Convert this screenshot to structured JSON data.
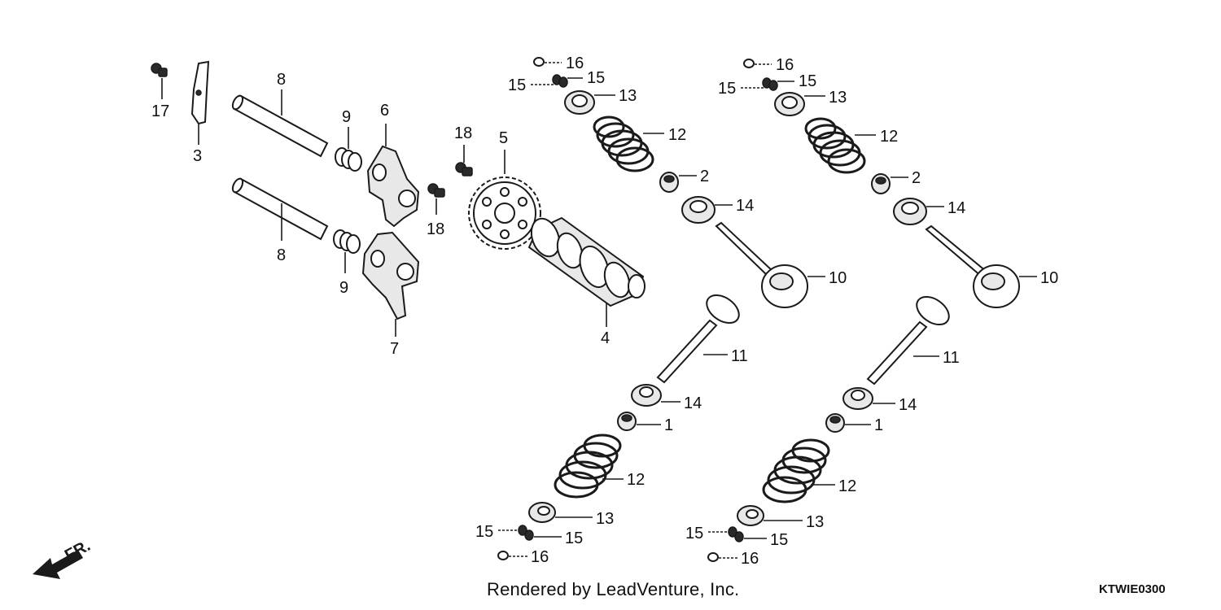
{
  "labels": {
    "p1": "1",
    "p2": "2",
    "p3": "3",
    "p4": "4",
    "p5": "5",
    "p6": "6",
    "p7": "7",
    "p8": "8",
    "p9": "9",
    "p10": "10",
    "p11": "11",
    "p12": "12",
    "p13": "13",
    "p14": "14",
    "p15": "15",
    "p16": "16",
    "p17": "17",
    "p18": "18"
  },
  "front_marker": "FR.",
  "credit": "Rendered by LeadVenture, Inc.",
  "diagram_code": "KTWIE0300"
}
